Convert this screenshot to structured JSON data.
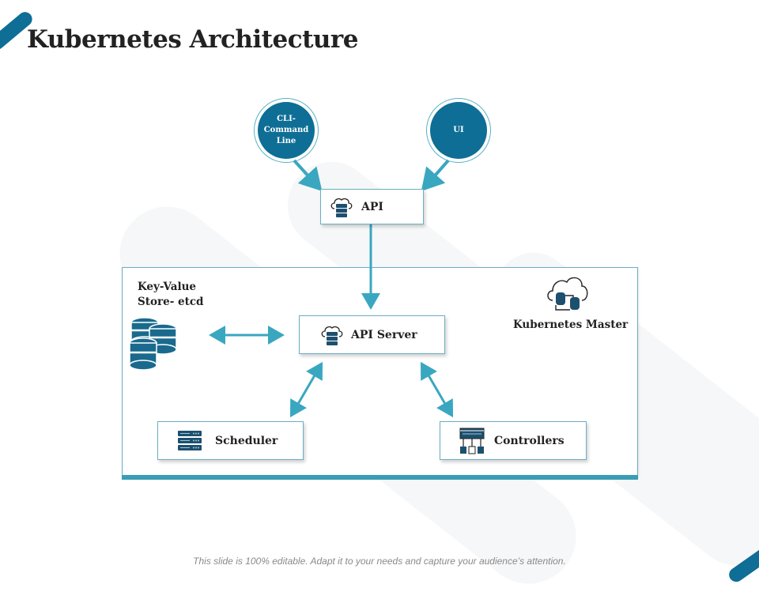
{
  "slide": {
    "title": "Kubernetes Architecture",
    "footer": "This slide is 100% editable. Adapt it to your needs and capture your audience’s attention.",
    "colors": {
      "primary": "#0e6e96",
      "arrow": "#3aa7c0",
      "border": "#6aaec2",
      "bar": "#3a9db5"
    }
  },
  "diagram": {
    "clients": [
      {
        "id": "cli",
        "label": "CLI-\nCommand\nLine",
        "lines": [
          "CLI-",
          "Command",
          "Line"
        ]
      },
      {
        "id": "ui",
        "label": "UI",
        "lines": [
          "UI"
        ]
      }
    ],
    "api": {
      "label": "API",
      "icon": "cloud-server-icon"
    },
    "master": {
      "label": "Kubernetes Master",
      "icon": "cloud-database-icon",
      "kv_store": {
        "line1": "Key-Value",
        "line2": "Store- etcd",
        "icon": "database-stack-icon"
      },
      "api_server": {
        "label": "API Server",
        "icon": "cloud-server-icon"
      },
      "scheduler": {
        "label": "Scheduler",
        "icon": "server-rack-icon"
      },
      "controllers": {
        "label": "Controllers",
        "icon": "controller-network-icon"
      }
    },
    "connections": [
      {
        "from": "CLI-Command Line",
        "to": "API",
        "type": "one-way"
      },
      {
        "from": "UI",
        "to": "API",
        "type": "one-way"
      },
      {
        "from": "API",
        "to": "API Server",
        "type": "one-way"
      },
      {
        "from": "Key-Value Store- etcd",
        "to": "API Server",
        "type": "two-way"
      },
      {
        "from": "API Server",
        "to": "Scheduler",
        "type": "two-way"
      },
      {
        "from": "API Server",
        "to": "Controllers",
        "type": "two-way"
      }
    ]
  }
}
